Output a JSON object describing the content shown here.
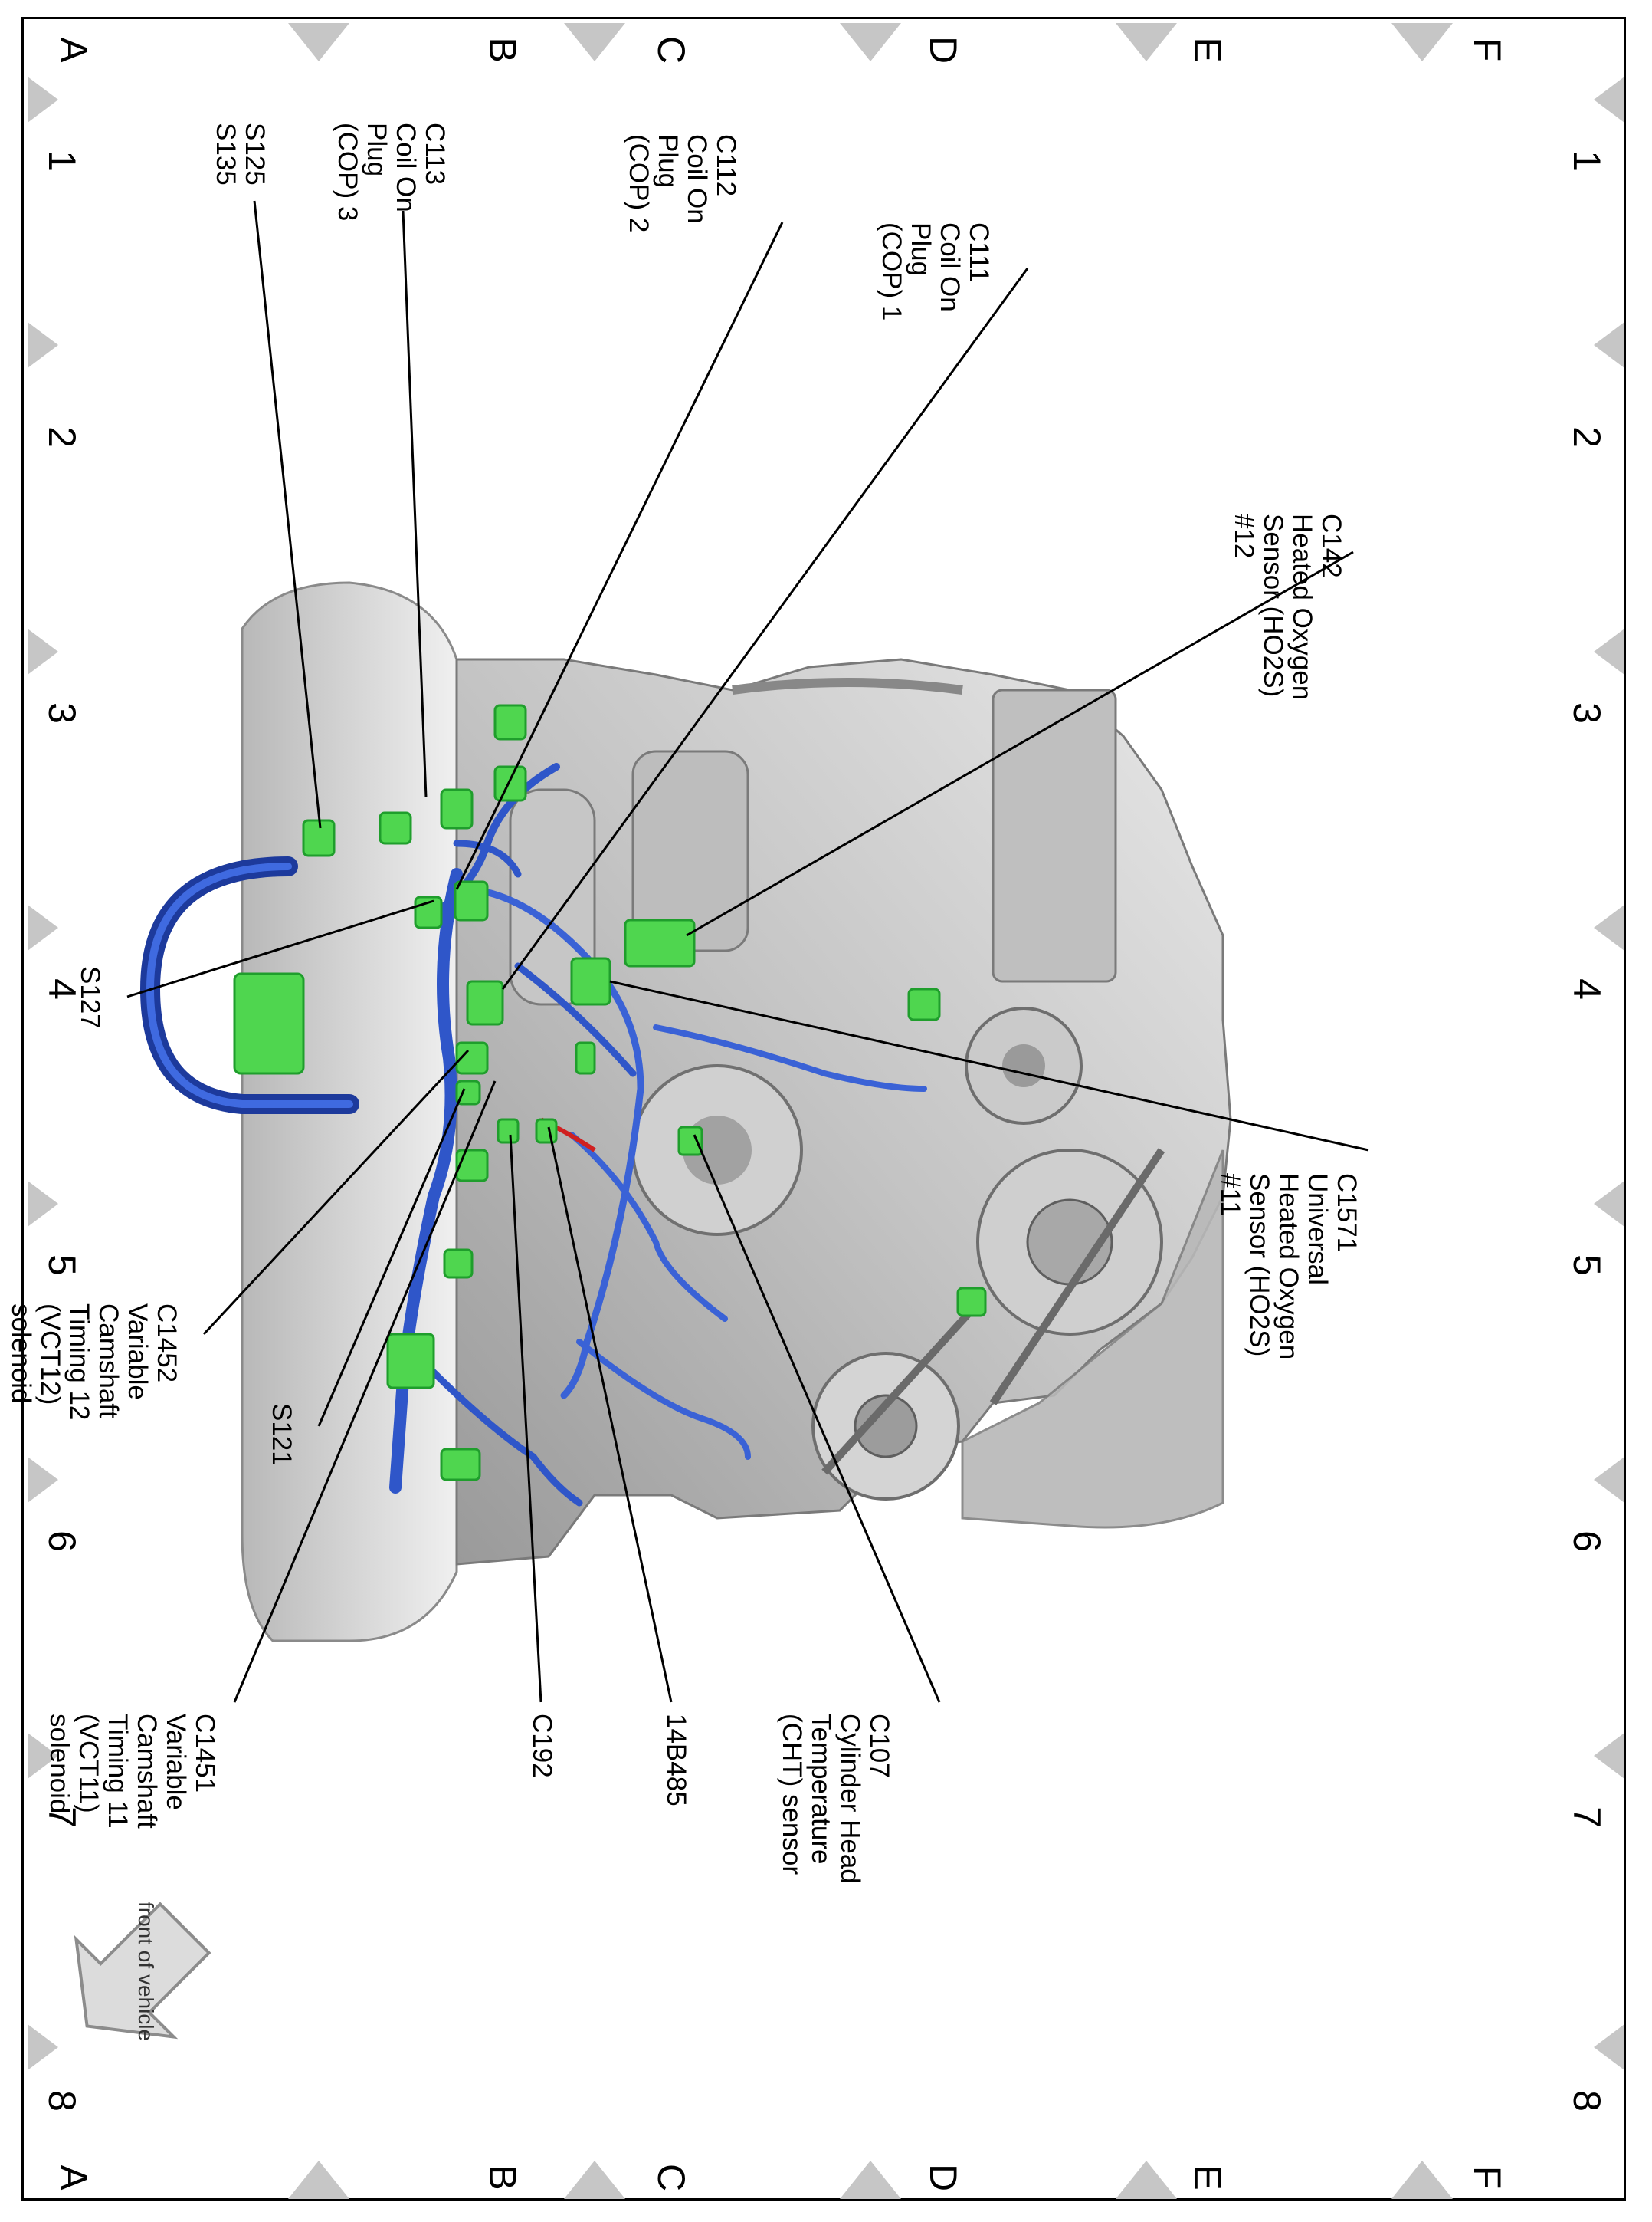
{
  "grid": {
    "columns": [
      "1",
      "2",
      "3",
      "4",
      "5",
      "6",
      "7",
      "8"
    ],
    "rows": [
      "A",
      "B",
      "C",
      "D",
      "E",
      "F"
    ]
  },
  "callouts": [
    {
      "id": "s125",
      "lines": [
        "S125",
        "S135"
      ]
    },
    {
      "id": "c113",
      "lines": [
        "C113",
        "Coil On",
        "Plug",
        "(COP) 3"
      ]
    },
    {
      "id": "c112",
      "lines": [
        "C112",
        "Coil On",
        "Plug",
        "(COP) 2"
      ]
    },
    {
      "id": "c111",
      "lines": [
        "C111",
        "Coil On",
        "Plug",
        "(COP) 1"
      ]
    },
    {
      "id": "c142",
      "lines": [
        "C142",
        "Heated Oxygen",
        "Sensor (HO2S)",
        "#12"
      ]
    },
    {
      "id": "c1571",
      "lines": [
        "C1571",
        "Universal",
        "Heated Oxygen",
        "Sensor (HO2S)",
        "#11"
      ]
    },
    {
      "id": "s127",
      "lines": [
        "S127"
      ]
    },
    {
      "id": "c1452",
      "lines": [
        "C1452",
        "Variable",
        "Camshaft",
        "Timing 12",
        "(VCT12)",
        "solenoid"
      ]
    },
    {
      "id": "s121",
      "lines": [
        "S121"
      ]
    },
    {
      "id": "c1451",
      "lines": [
        "C1451",
        "Variable",
        "Camshaft",
        "Timing 11",
        "(VCT11)",
        "solenoid"
      ]
    },
    {
      "id": "c192",
      "lines": [
        "C192"
      ]
    },
    {
      "id": "b485",
      "lines": [
        "14B485"
      ]
    },
    {
      "id": "c107",
      "lines": [
        "C107",
        "Cylinder Head",
        "Temperature",
        "(CHT) sensor"
      ]
    }
  ],
  "front_indicator": {
    "label": "front of vehicle"
  },
  "colors": {
    "harness": "#2f56c9",
    "harness_dark": "#1d3a9c",
    "connector": "#4fd64f",
    "connector_dark": "#1f9e2c",
    "engine": "#c8c8c8",
    "engine_dark": "#8a8a8a",
    "grid_triangle": "#c6c6c6",
    "wire_red": "#d02020"
  }
}
